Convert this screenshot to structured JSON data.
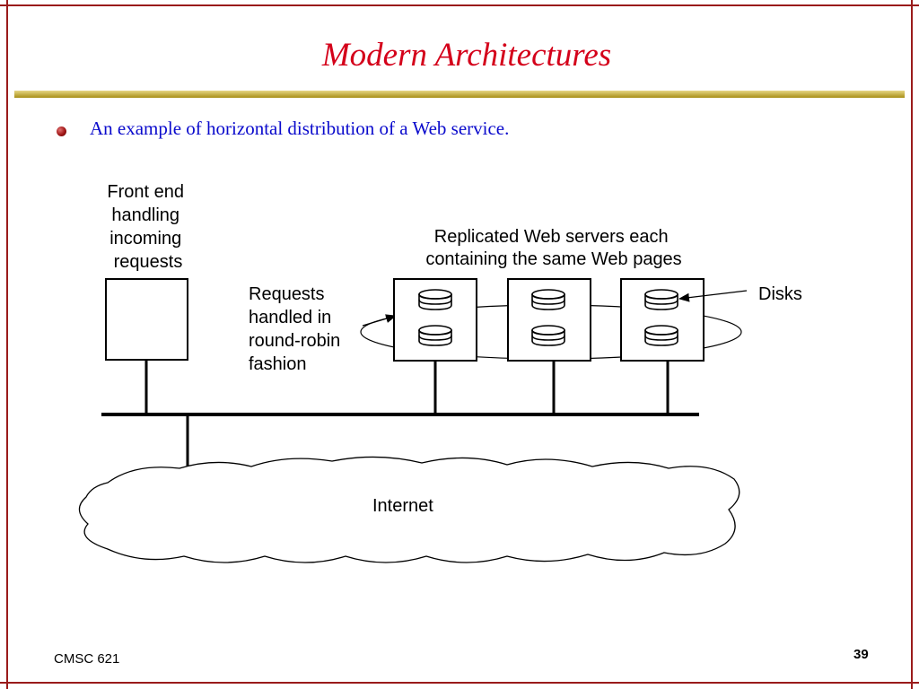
{
  "slide": {
    "title": "Modern Architectures",
    "bullet": "An example of horizontal distribution of a Web service.",
    "footer_left": "CMSC 621",
    "page_number": "39"
  },
  "diagram": {
    "front_end_label": [
      "Front end",
      "handling",
      "incoming",
      "requests"
    ],
    "replicated_label": [
      "Replicated Web servers each",
      "containing the same Web pages"
    ],
    "requests_label": [
      "Requests",
      "handled in",
      "round-robin",
      "fashion"
    ],
    "disks_label": "Disks",
    "internet_label": "Internet"
  },
  "colors": {
    "title": "#d4001a",
    "bullet_text": "#0a0acc",
    "frame": "#9a1b1b",
    "rule": "#b8a22a"
  }
}
